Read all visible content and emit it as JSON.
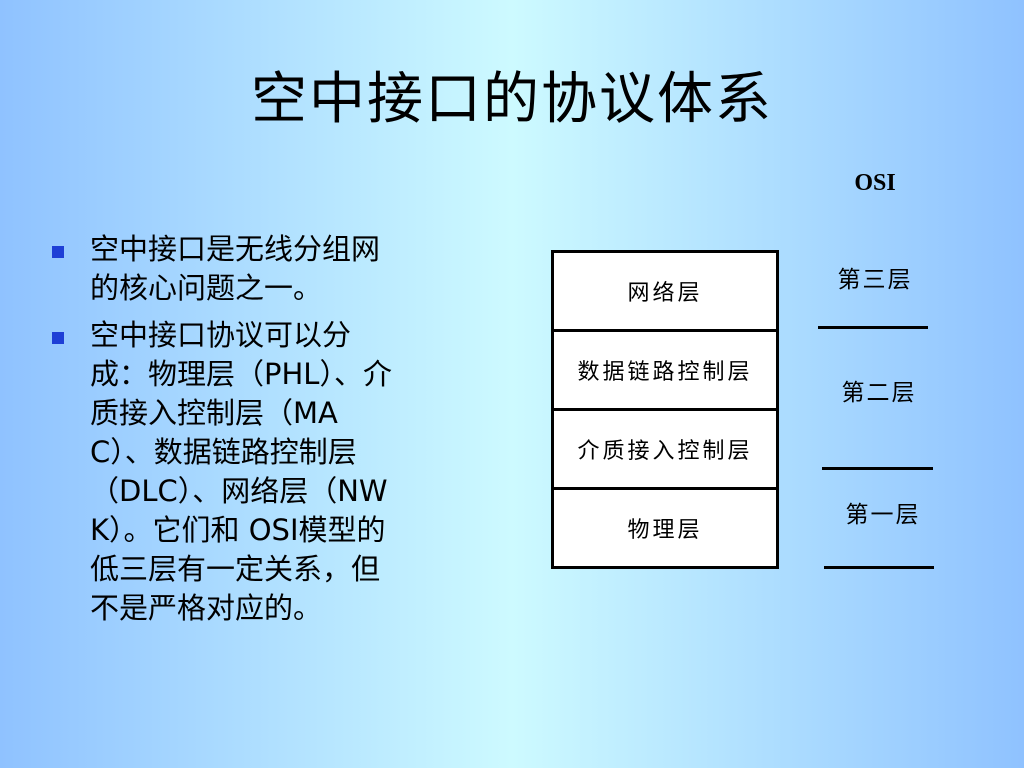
{
  "title": "空中接口的协议体系",
  "osi_label": "OSI",
  "bullets": [
    "空中接口是无线分组网的核心问题之一。",
    "空中接口协议可以分成：物理层（PHL）、介质接入控制层（MAC）、数据链路控制层（DLC）、网络层（NWK）。它们和 OSI模型的低三层有一定关系，但不是严格对应的。"
  ],
  "protocol_stack": [
    "网络层",
    "数据链路控制层",
    "介质接入控制层",
    "物理层"
  ],
  "osi_layers": [
    "第三层",
    "第二层",
    "第一层"
  ],
  "colors": {
    "bullet": "#1e3fd6",
    "background_edge": "#8fc2ff",
    "background_center": "#cdfaff"
  }
}
